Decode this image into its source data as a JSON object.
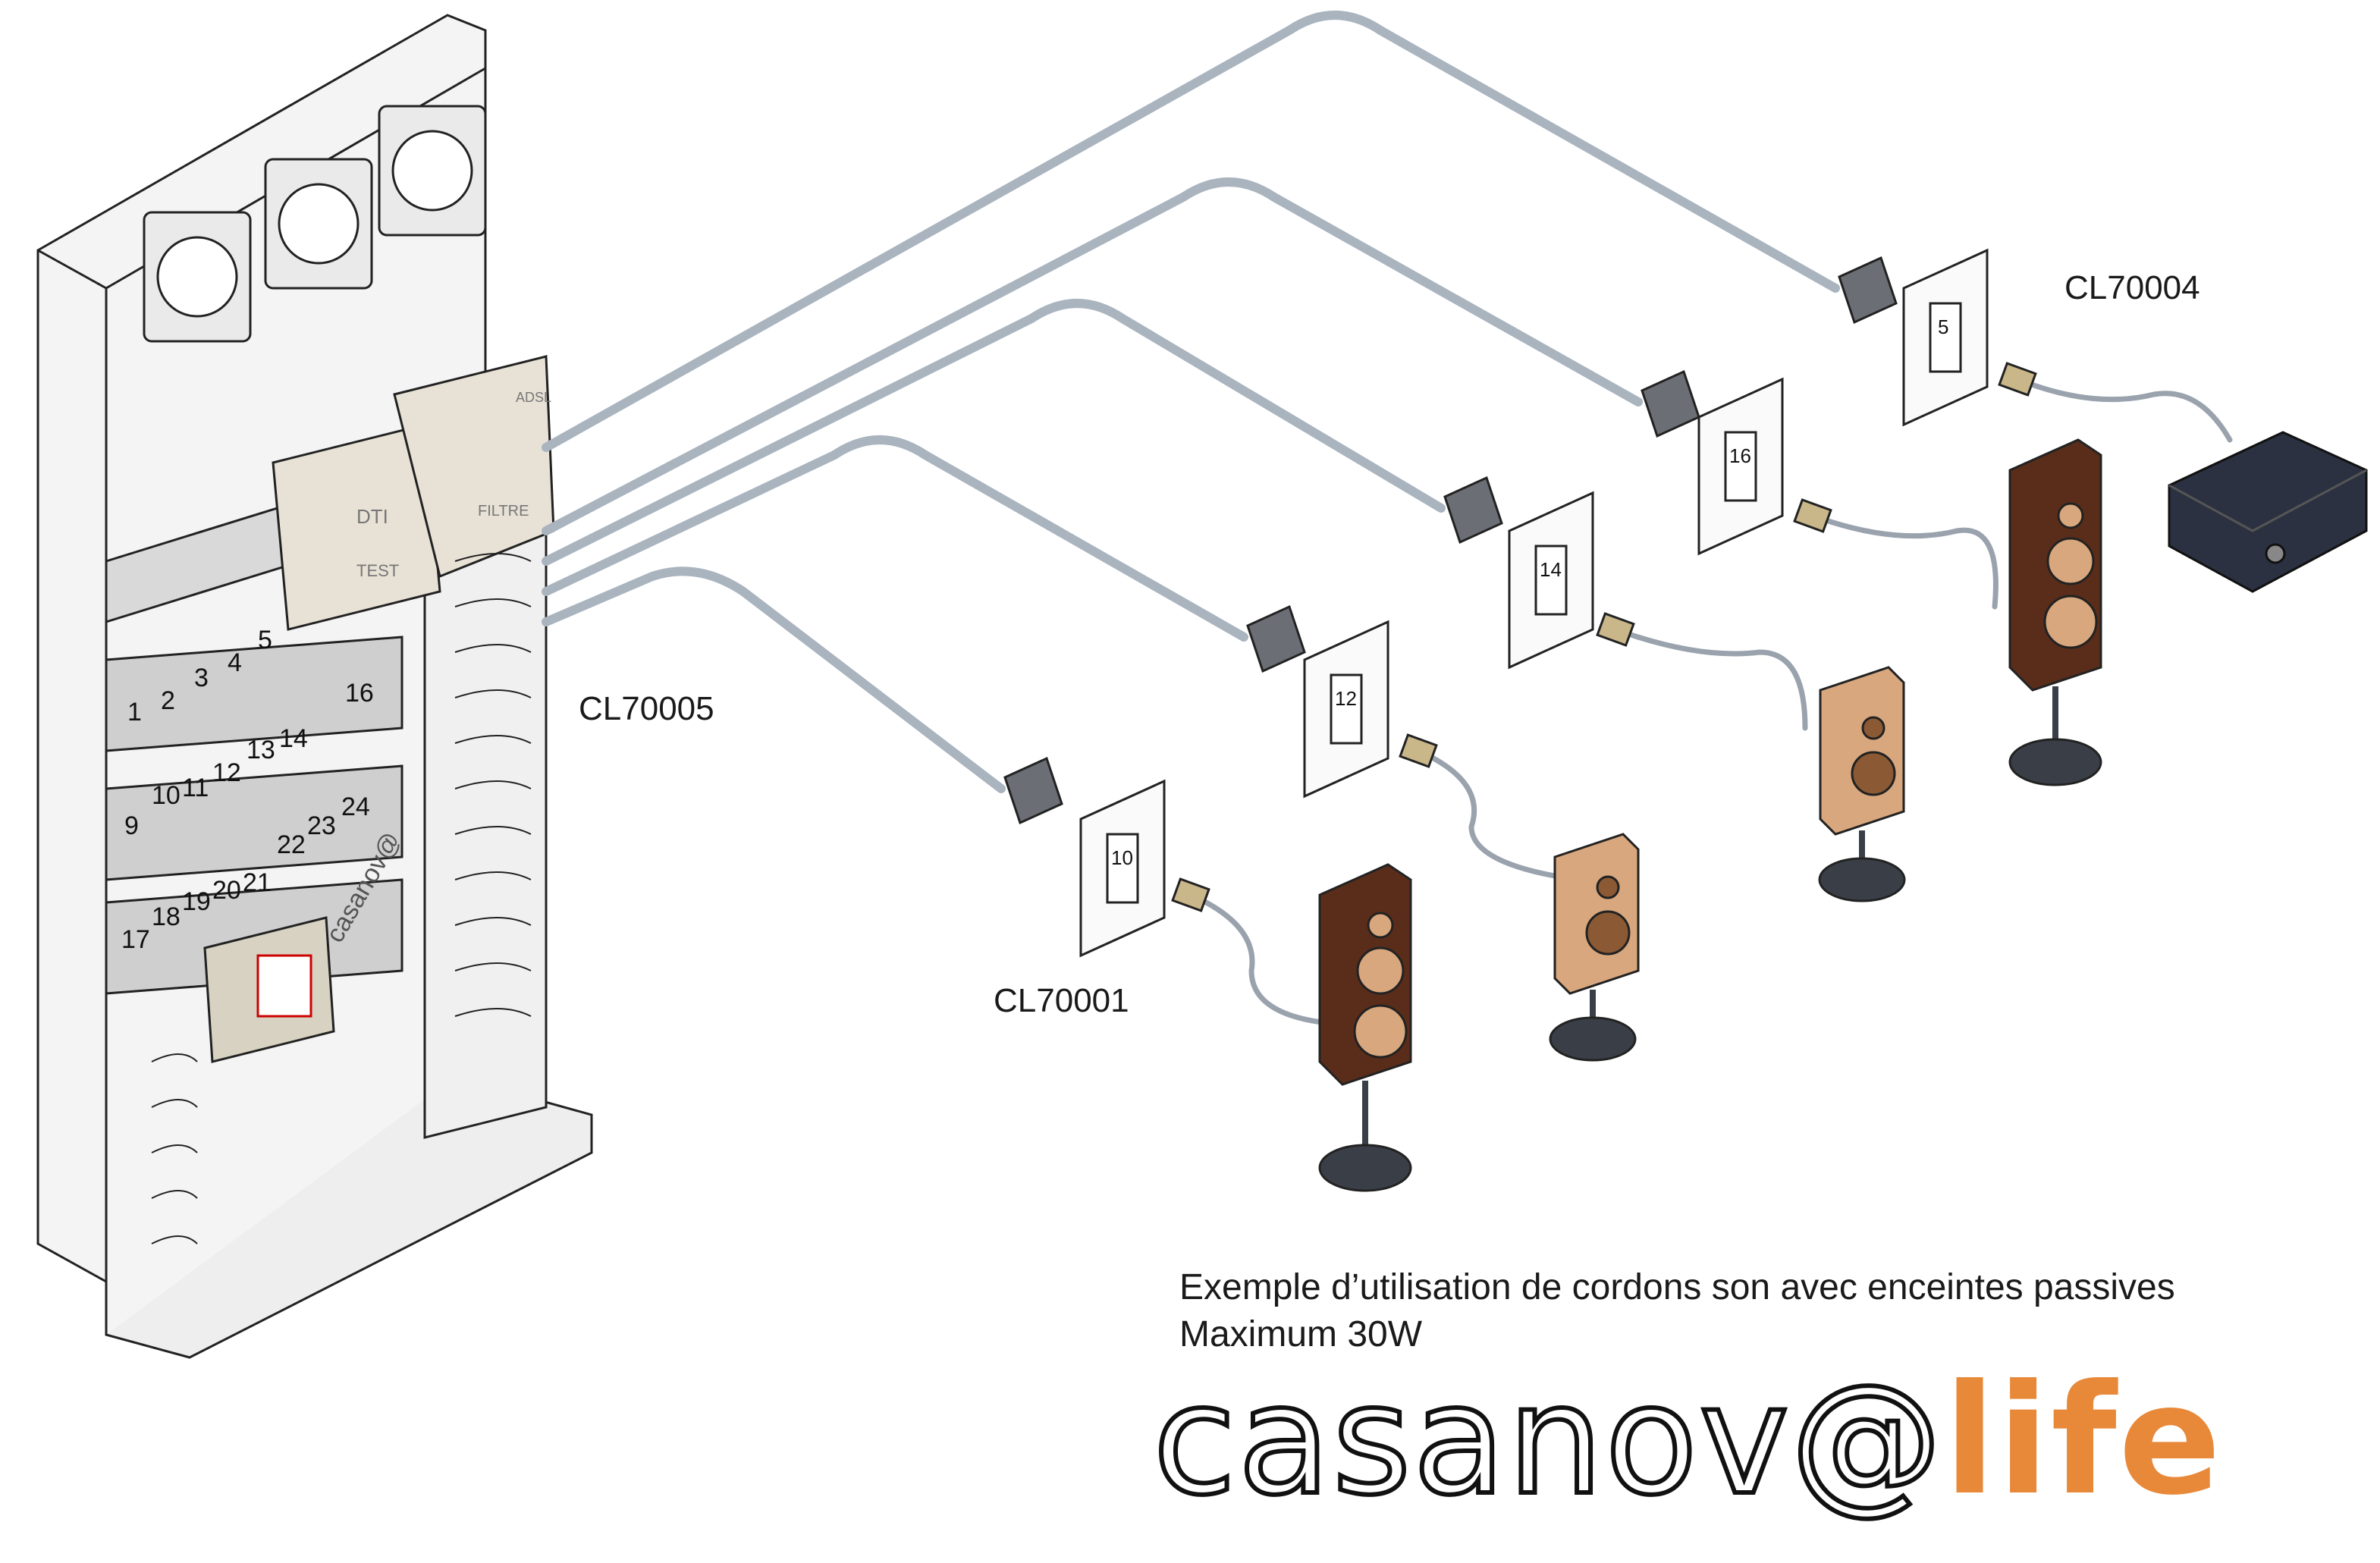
{
  "references": {
    "cl70005": "CL70005",
    "cl70004": "CL70004",
    "cl70001": "CL70001"
  },
  "caption": {
    "line1": "Exemple d’utilisation de cordons son avec enceintes passives",
    "line2": "Maximum 30W"
  },
  "brand": {
    "part1": "casanov@",
    "part2": "life",
    "accent_color": "#e8893a",
    "logo_text": "casanov@"
  },
  "panel": {
    "row1_numbers": [
      "1",
      "2",
      "3",
      "4",
      "5",
      "16"
    ],
    "row2_numbers": [
      "9",
      "10",
      "11",
      "12",
      "13",
      "14",
      "24"
    ],
    "row3_numbers": [
      "17",
      "18",
      "19",
      "20",
      "21",
      "22",
      "23"
    ],
    "module_labels": [
      "DTI",
      "TEST",
      "ADSL",
      "FILTRE"
    ]
  },
  "wall_plates": [
    "10",
    "12",
    "14",
    "16",
    "5"
  ],
  "colors": {
    "cable": "#a9b4bf",
    "speaker_dark": "#5a2d1a",
    "speaker_light": "#d8a77e",
    "stand": "#3a3f47"
  }
}
